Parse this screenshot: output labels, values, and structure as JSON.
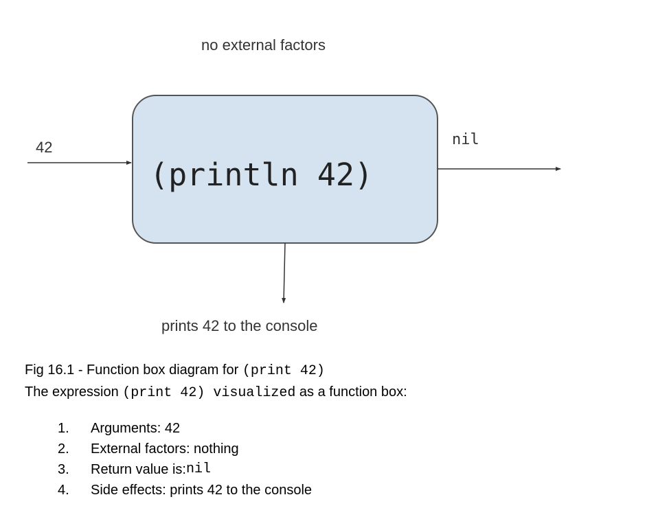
{
  "diagram": {
    "top_label": "no external factors",
    "input_label": "42",
    "output_label": "nil",
    "function_text": "(println 42)",
    "bottom_label": "prints 42 to the console",
    "box_fill": "#d5e3f1",
    "box_stroke": "#555555"
  },
  "caption": {
    "line1_text": "Fig 16.1 - Function box diagram for ",
    "line1_code": "(print 42)",
    "line2_text": "The expression ",
    "line2_code": "(print 42) visualized",
    "line2_tail": " as a function box:"
  },
  "points": [
    {
      "num": "1.",
      "text": "Arguments:  42",
      "code": ""
    },
    {
      "num": "2.",
      "text": "External factors: nothing",
      "code": ""
    },
    {
      "num": "3.",
      "text": "Return value is: ",
      "code": "nil"
    },
    {
      "num": "4.",
      "text": "Side effects: prints 42 to the console",
      "code": ""
    }
  ]
}
